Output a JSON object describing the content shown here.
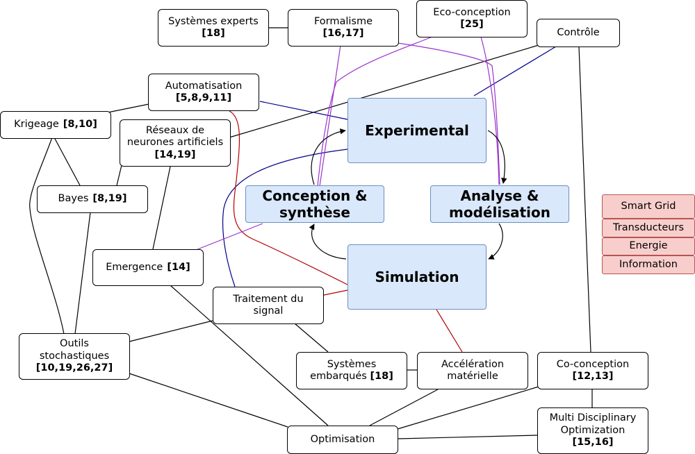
{
  "nodes": {
    "systemes_experts": {
      "label": "Systèmes experts",
      "refs": "[18]"
    },
    "formalisme": {
      "label": "Formalisme",
      "refs": "[16,17]"
    },
    "eco_conception": {
      "label": "Eco-conception",
      "refs": "[25]"
    },
    "controle": {
      "label": "Contrôle"
    },
    "automatisation": {
      "label": "Automatisation",
      "refs": "[5,8,9,11]"
    },
    "krigeage": {
      "label": "Krigeage",
      "refs": "[8,10]"
    },
    "reseaux": {
      "line1": "Réseaux de",
      "line2": "neurones artificiels",
      "refs": "[14,19]"
    },
    "bayes": {
      "label": "Bayes",
      "refs": "[8,19]"
    },
    "emergence": {
      "label": "Emergence",
      "refs": "[14]"
    },
    "traitement": {
      "line1": "Traitement du",
      "line2": "signal"
    },
    "outils": {
      "line1": "Outils",
      "line2": "stochastiques",
      "refs": "[10,19,26,27]"
    },
    "systemes_embarques": {
      "line1": "Systèmes",
      "line2": "embarqués",
      "refs": "[18]"
    },
    "acceleration": {
      "line1": "Accélération",
      "line2": "matérielle"
    },
    "co_conception": {
      "label": "Co-conception",
      "refs": "[12,13]"
    },
    "optimisation": {
      "label": "Optimisation"
    },
    "mdo": {
      "line1": "Multi Disciplinary",
      "line2": "Optimization",
      "refs": "[15,16]"
    },
    "experimental": {
      "label": "Experimental"
    },
    "conception": {
      "line1": "Conception &",
      "line2": "synthèse"
    },
    "analyse": {
      "line1": "Analyse &",
      "line2": "modélisation"
    },
    "simulation": {
      "label": "Simulation"
    }
  },
  "legend": [
    "Smart Grid",
    "Transducteurs",
    "Energie",
    "Information"
  ],
  "colors": {
    "connection_black": "#000000",
    "connection_blue": "#00008b",
    "connection_red": "#b20000",
    "connection_purple": "#9933cc",
    "core_fill": "#dae8fc",
    "core_border": "#6c8ebf",
    "legend_fill": "#f8cecc",
    "legend_border": "#b85450"
  }
}
